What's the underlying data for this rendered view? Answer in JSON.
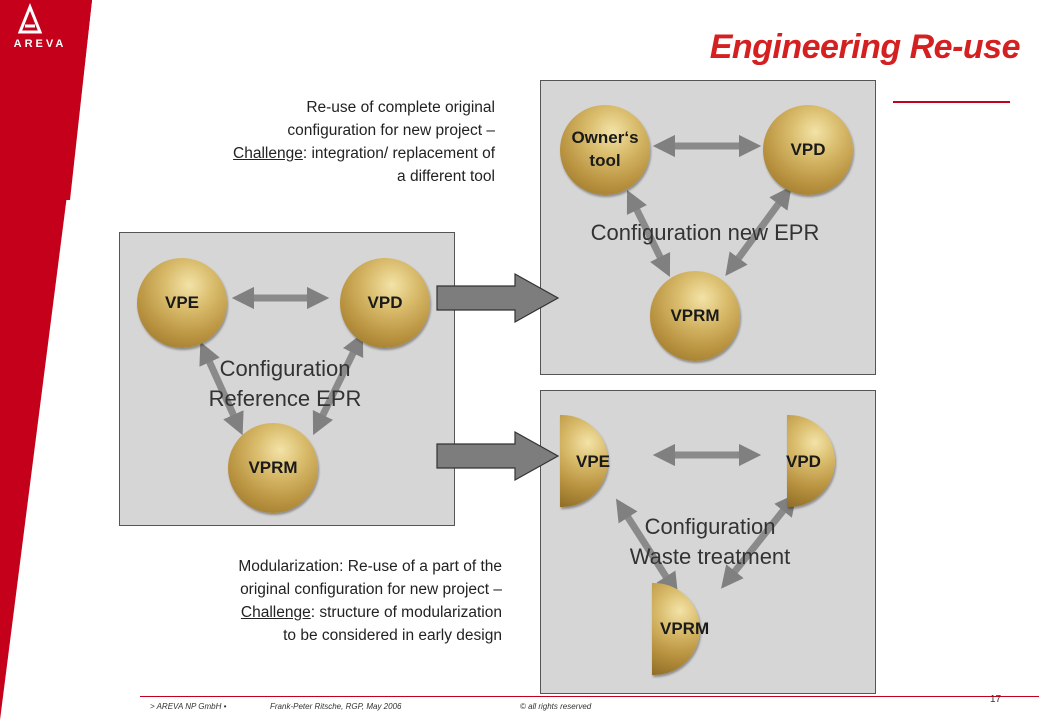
{
  "logo": {
    "name": "AREVA",
    "colors": {
      "band": "#c4001a",
      "text": "#ffffff"
    }
  },
  "title": "Engineering Re-use",
  "notes": {
    "top": {
      "line1": "Re-use of complete original",
      "line2": "configuration for new project –",
      "challenge_word": "Challenge",
      "line3_rest": ": integration/ replacement of",
      "line4": "a different tool"
    },
    "bottom": {
      "line1": "Modularization: Re-use of a part of the",
      "line2": "original configuration for new project –",
      "challenge_word": "Challenge",
      "line3_rest": ": structure of modularization",
      "line4": "to be considered in early design"
    }
  },
  "reference_box": {
    "label_line1": "Configuration",
    "label_line2": "Reference EPR",
    "nodes": {
      "left": "VPE",
      "right": "VPD",
      "bottom": "VPRM"
    }
  },
  "new_epr_box": {
    "label": "Configuration new EPR",
    "nodes": {
      "left_line1": "Owner‘s",
      "left_line2": "tool",
      "right": "VPD",
      "bottom": "VPRM"
    }
  },
  "waste_box": {
    "label_line1": "Configuration",
    "label_line2": "Waste treatment",
    "nodes": {
      "left": "VPE",
      "right": "VPD",
      "bottom": "VPRM"
    }
  },
  "footer": {
    "company": "> AREVA NP GmbH  •",
    "author": "Frank-Peter Ritsche, RGP, May 2006",
    "rights": "© all rights reserved",
    "page": "17"
  },
  "colors": {
    "accent": "#d42020",
    "box": "#d6d6d6",
    "arrow": "#808080",
    "sphere": "#c9a752"
  }
}
